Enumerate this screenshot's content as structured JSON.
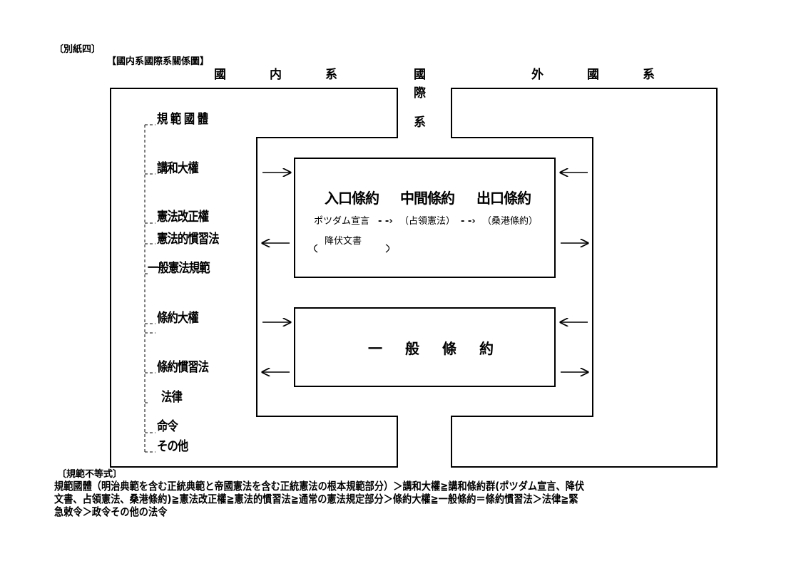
{
  "annex_label": "〔別紙四〕",
  "title": "【國内系國際系關係圖】",
  "headers": {
    "domestic": "國　内　系",
    "intl_1": "國",
    "intl_2": "際",
    "intl_3": "系",
    "foreign": "外　國　系"
  },
  "left_labels": [
    "規 範 國 體",
    "講和大權",
    "憲法改正權",
    "憲法的慣習法",
    "一般憲法規範",
    "條約大權",
    "條約慣習法",
    "法律",
    "命令",
    "その他"
  ],
  "upper_box": {
    "entry": "入口條約",
    "middle": "中間條約",
    "exit": "出口條約",
    "potsdam": "ポツダム宣言",
    "occupation": "（占領憲法）",
    "sf": "（桑港條約）",
    "surrender": "降伏文書",
    "arrow": "- -›"
  },
  "lower_box": {
    "label": "一　般　條　約"
  },
  "inequality": {
    "heading": "〔規範不等式〕",
    "lines": [
      "規範國體（明治典範を含む正統典範と帝國憲法を含む正統憲法の根本規範部分）＞講和大權≧講和條約群(ポツダム宣言、降伏",
      "文書、占領憲法、桑港條約)≧憲法改正權≧憲法的慣習法≧通常の憲法規定部分＞條約大權≧一般條約＝條約慣習法＞法律≧緊",
      "急敕令＞政令その他の法令"
    ]
  }
}
